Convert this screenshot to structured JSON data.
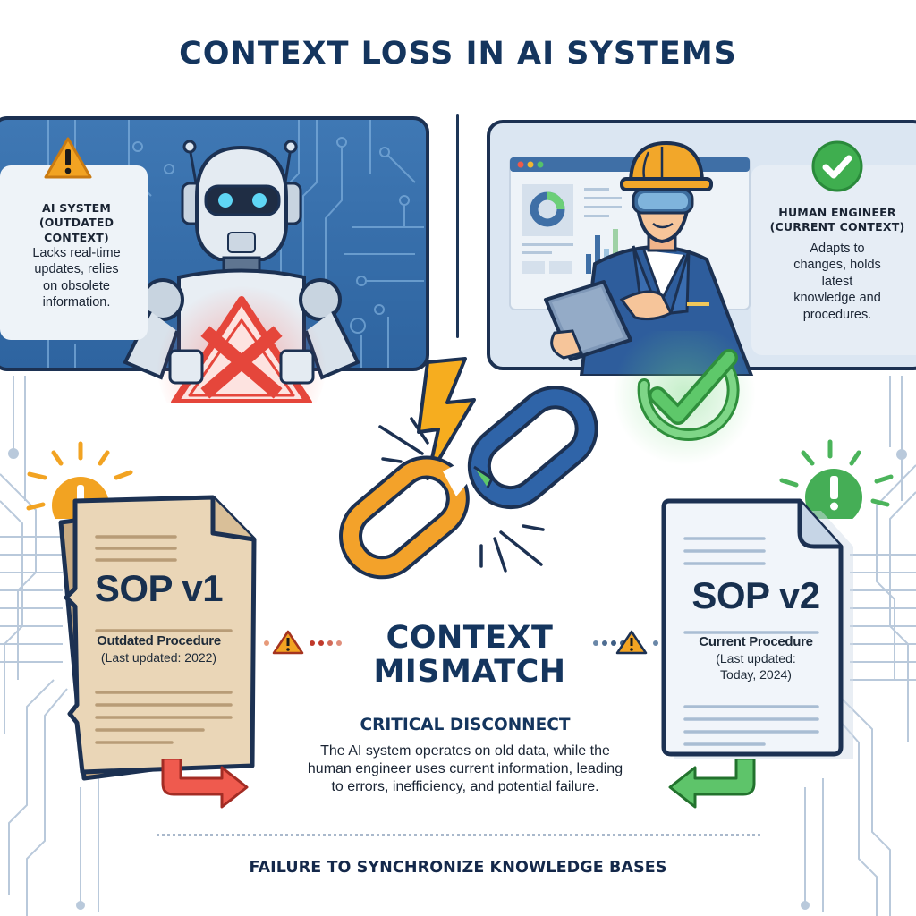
{
  "title": "CONTEXT LOSS IN AI SYSTEMS",
  "ai_panel": {
    "icon": "warning-triangle-icon",
    "heading_line1": "AI SYSTEM",
    "heading_line2": "(OUTDATED",
    "heading_line3": "CONTEXT)",
    "body_line1": "Lacks real-time",
    "body_line2": "updates, relies",
    "body_line3": "on obsolete",
    "body_line4": "information.",
    "status_icon": "red-x-triangle-icon",
    "colors": {
      "panel": "#3a72b0",
      "alert": "#e8473c",
      "warning": "#f2a322"
    }
  },
  "human_panel": {
    "icon": "green-check-circle-icon",
    "heading_line1": "HUMAN ENGINEER",
    "heading_line2": "(CURRENT CONTEXT)",
    "body_line1": "Adapts to",
    "body_line2": "changes, holds",
    "body_line3": "latest",
    "body_line4": "knowledge and",
    "body_line5": "procedures.",
    "status_icon": "green-check-ring-icon",
    "colors": {
      "panel": "#dbe6f2",
      "success": "#3fae4f"
    }
  },
  "center_icon": "broken-chain-lightning-icon",
  "sop_old": {
    "title": "SOP v1",
    "subtitle": "Outdated Procedure",
    "date": "(Last updated: 2022)",
    "alert_icon": "orange-exclamation-burst-icon",
    "arrow_icon": "red-arrow-right-icon"
  },
  "sop_new": {
    "title": "SOP v2",
    "subtitle": "Current Procedure",
    "date_line1": "(Last updated:",
    "date_line2": "Today, 2024)",
    "alert_icon": "green-exclamation-burst-icon",
    "arrow_icon": "green-arrow-left-icon"
  },
  "mismatch": {
    "title_line1": "CONTEXT",
    "title_line2": "MISMATCH",
    "heading": "CRITICAL DISCONNECT",
    "body_line1": "The AI system operates on old data, while the",
    "body_line2": "human engineer uses current information, leading",
    "body_line3": "to errors, inefficiency, and potential failure."
  },
  "footer": "FAILURE TO SYNCHRONIZE KNOWLEDGE BASES"
}
